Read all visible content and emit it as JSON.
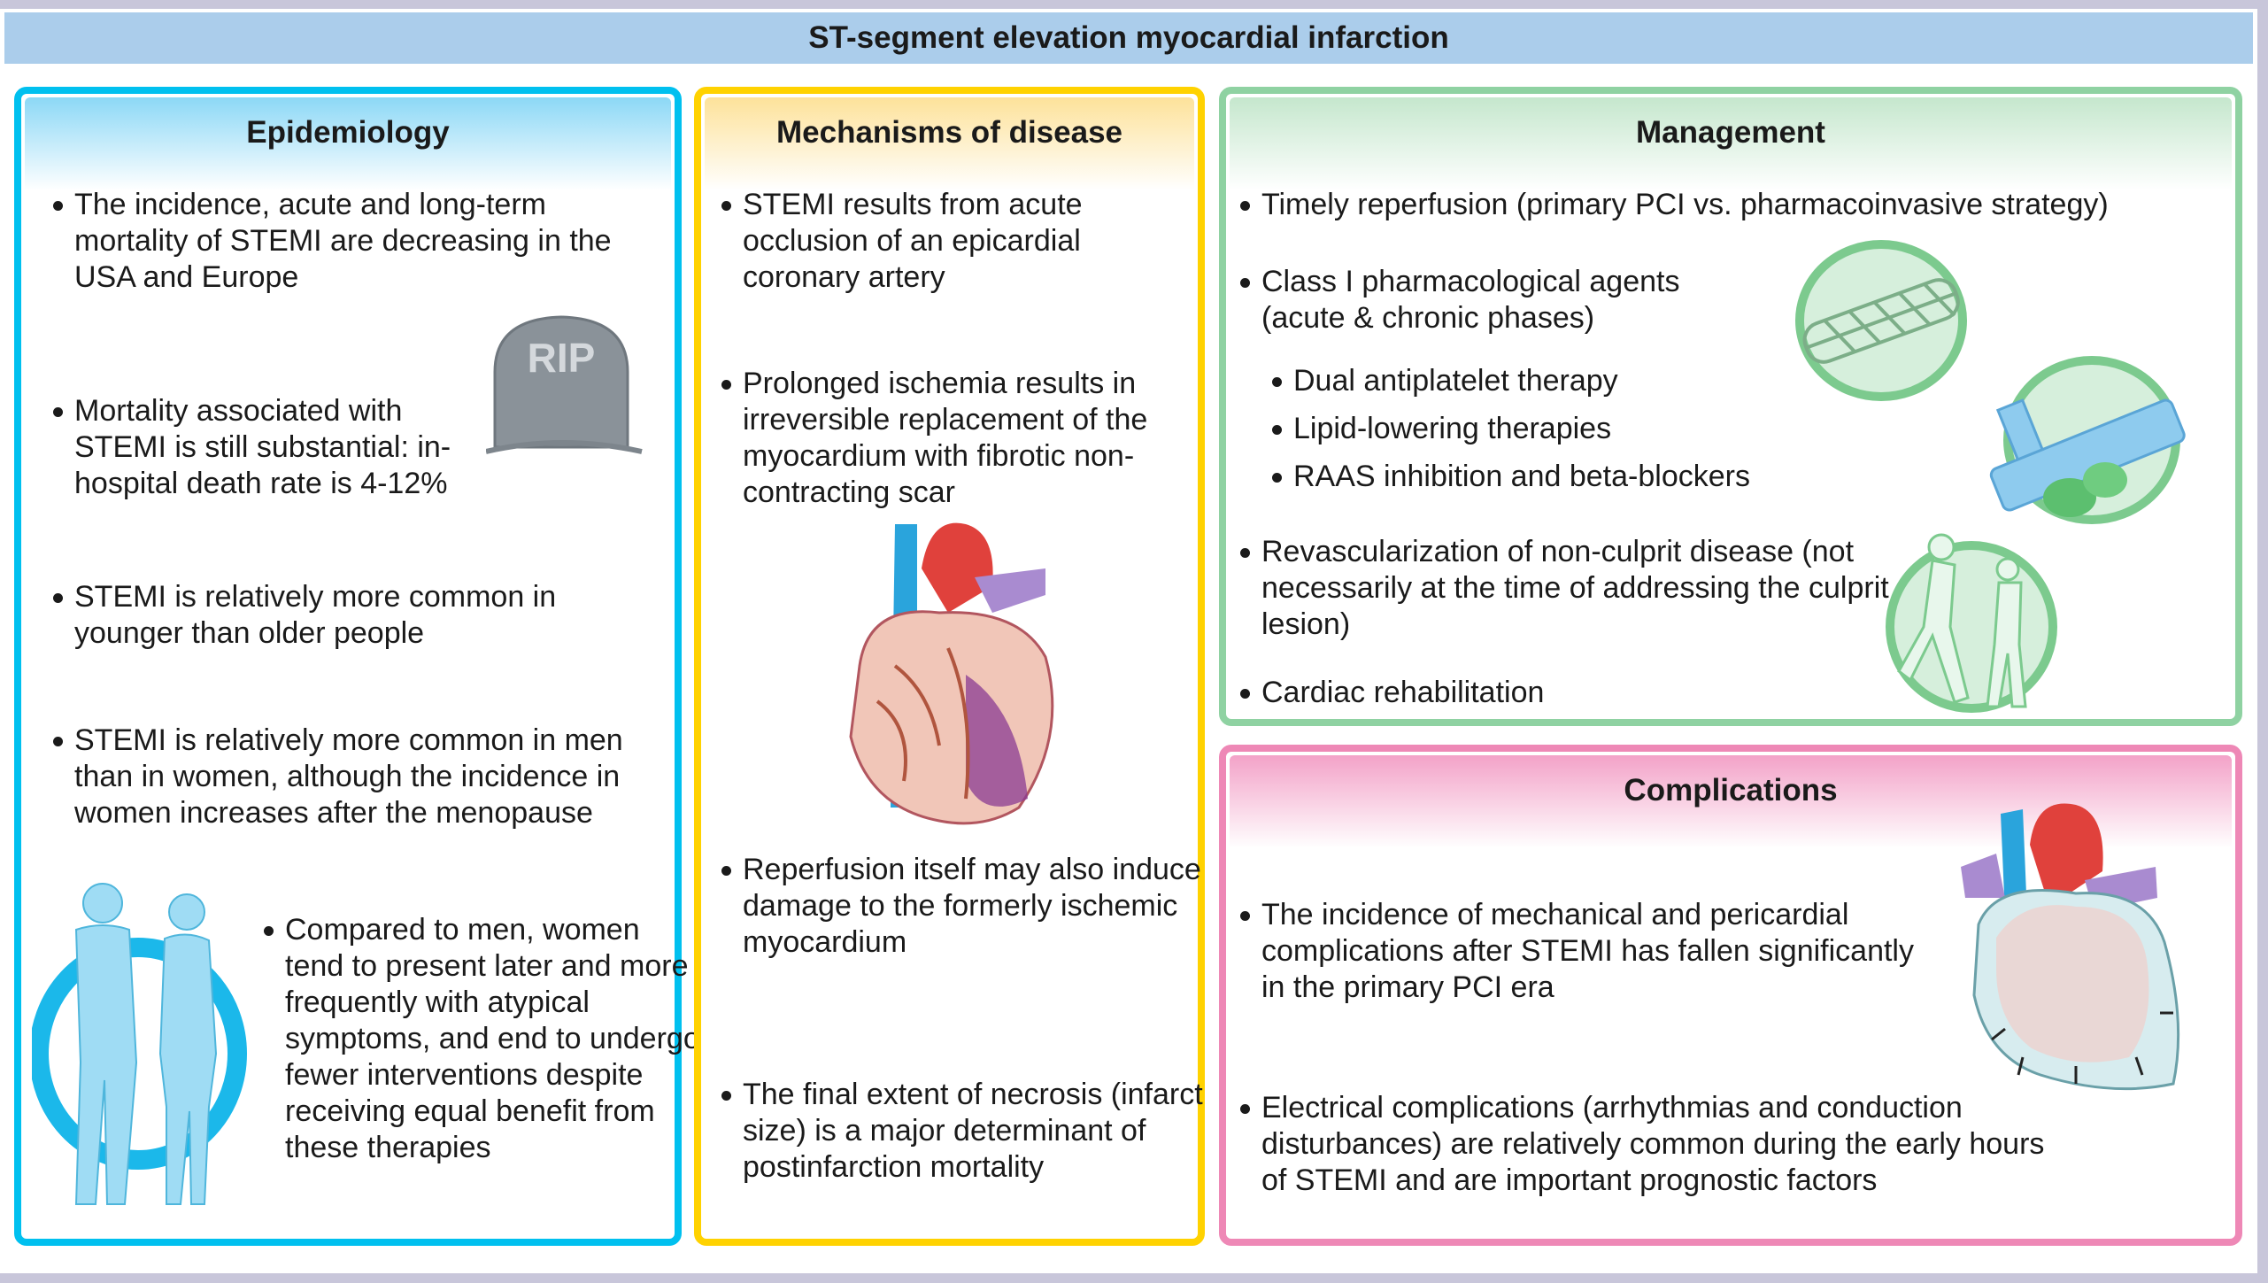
{
  "title": "ST-segment elevation myocardial infarction",
  "colors": {
    "epidemiology": "#00c0ef",
    "mechanisms": "#ffd200",
    "management": "#8fd2a2",
    "complications": "#ee88b6",
    "title_bar": "#abcdeb"
  },
  "epidemiology": {
    "heading": "Epidemiology",
    "tombstone_text": "RIP",
    "bullets": [
      "The incidence, acute and long-term mortality of STEMI are decreasing in the USA and Europe",
      "Mortality associated with STEMI is still substantial: in-hospital death rate is 4-12%",
      "STEMI is relatively more common in younger than older people",
      "STEMI is relatively more common in men than in women, although the incidence in women increases after the menopause",
      "Compared to men, women tend to present later and more frequently with atypical symptoms, and end to undergo fewer interventions despite receiving equal benefit from these therapies"
    ]
  },
  "mechanisms": {
    "heading": "Mechanisms of disease",
    "bullets": [
      "STEMI results from acute occlusion of an epicardial coronary artery",
      "Prolonged ischemia results in irreversible replacement of the myocardium with fibrotic non-contracting scar",
      "Reperfusion itself may also induce damage to the formerly ischemic myocardium",
      "The final extent of necrosis (infarct size) is a major determinant of postinfarction mortality"
    ]
  },
  "management": {
    "heading": "Management",
    "bullets": [
      "Timely reperfusion (primary PCI vs. pharmacoinvasive strategy)",
      "Class I pharmacological agents (acute & chronic phases)",
      "Revascularization of non-culprit disease (not necessarily at the time of addressing the culprit lesion)",
      "Cardiac rehabilitation"
    ],
    "sub_bullets": [
      "Dual antiplatelet therapy",
      "Lipid-lowering therapies",
      "RAAS inhibition and beta-blockers"
    ]
  },
  "complications": {
    "heading": "Complications",
    "bullets": [
      "The incidence of mechanical and pericardial complications after STEMI has fallen significantly in the primary PCI era",
      "Electrical complications (arrhythmias and conduction disturbances) are relatively common during the early hours of STEMI and are important prognostic factors"
    ]
  }
}
